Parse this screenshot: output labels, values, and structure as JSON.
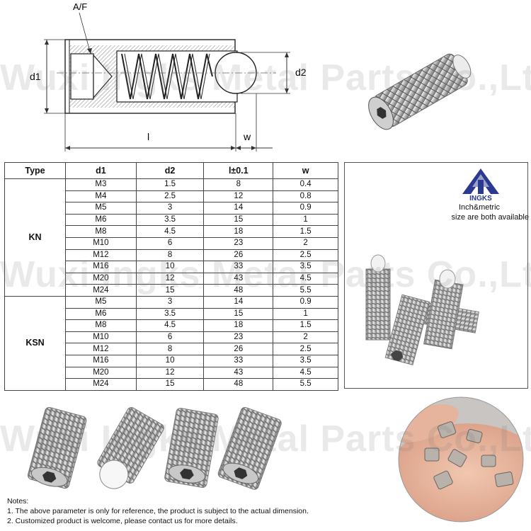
{
  "watermark": "Wuxi Ingks Metal Parts Co.,Ltd",
  "drawing": {
    "label_af": "A/F",
    "label_d1": "d1",
    "label_d2": "d2",
    "label_l": "l",
    "label_w": "w"
  },
  "table": {
    "headers": [
      "Type",
      "d1",
      "d2",
      "l±0.1",
      "w"
    ],
    "groups": [
      {
        "type": "KN",
        "rows": [
          [
            "M3",
            "1.5",
            "8",
            "0.4"
          ],
          [
            "M4",
            "2.5",
            "12",
            "0.8"
          ],
          [
            "M5",
            "3",
            "14",
            "0.9"
          ],
          [
            "M6",
            "3.5",
            "15",
            "1"
          ],
          [
            "M8",
            "4.5",
            "18",
            "1.5"
          ],
          [
            "M10",
            "6",
            "23",
            "2"
          ],
          [
            "M12",
            "8",
            "26",
            "2.5"
          ],
          [
            "M16",
            "10",
            "33",
            "3.5"
          ],
          [
            "M20",
            "12",
            "43",
            "4.5"
          ],
          [
            "M24",
            "15",
            "48",
            "5.5"
          ]
        ]
      },
      {
        "type": "KSN",
        "rows": [
          [
            "M5",
            "3",
            "14",
            "0.9"
          ],
          [
            "M6",
            "3.5",
            "15",
            "1"
          ],
          [
            "M8",
            "4.5",
            "18",
            "1.5"
          ],
          [
            "M10",
            "6",
            "23",
            "2"
          ],
          [
            "M12",
            "8",
            "26",
            "2.5"
          ],
          [
            "M16",
            "10",
            "33",
            "3.5"
          ],
          [
            "M20",
            "12",
            "43",
            "4.5"
          ],
          [
            "M24",
            "15",
            "48",
            "5.5"
          ]
        ]
      }
    ]
  },
  "brand": {
    "logo_text": "INGKS",
    "line1": "Inch&metric",
    "line2": "size are both available",
    "logo_color": "#2b3990",
    "accent_color": "#9aa0c8"
  },
  "notes": {
    "title": "Notes:",
    "items": [
      "1. The above parameter is only for reference, the product is subject to the actual dimension.",
      "2. Customized product is welcome, please contact us for more details."
    ]
  }
}
